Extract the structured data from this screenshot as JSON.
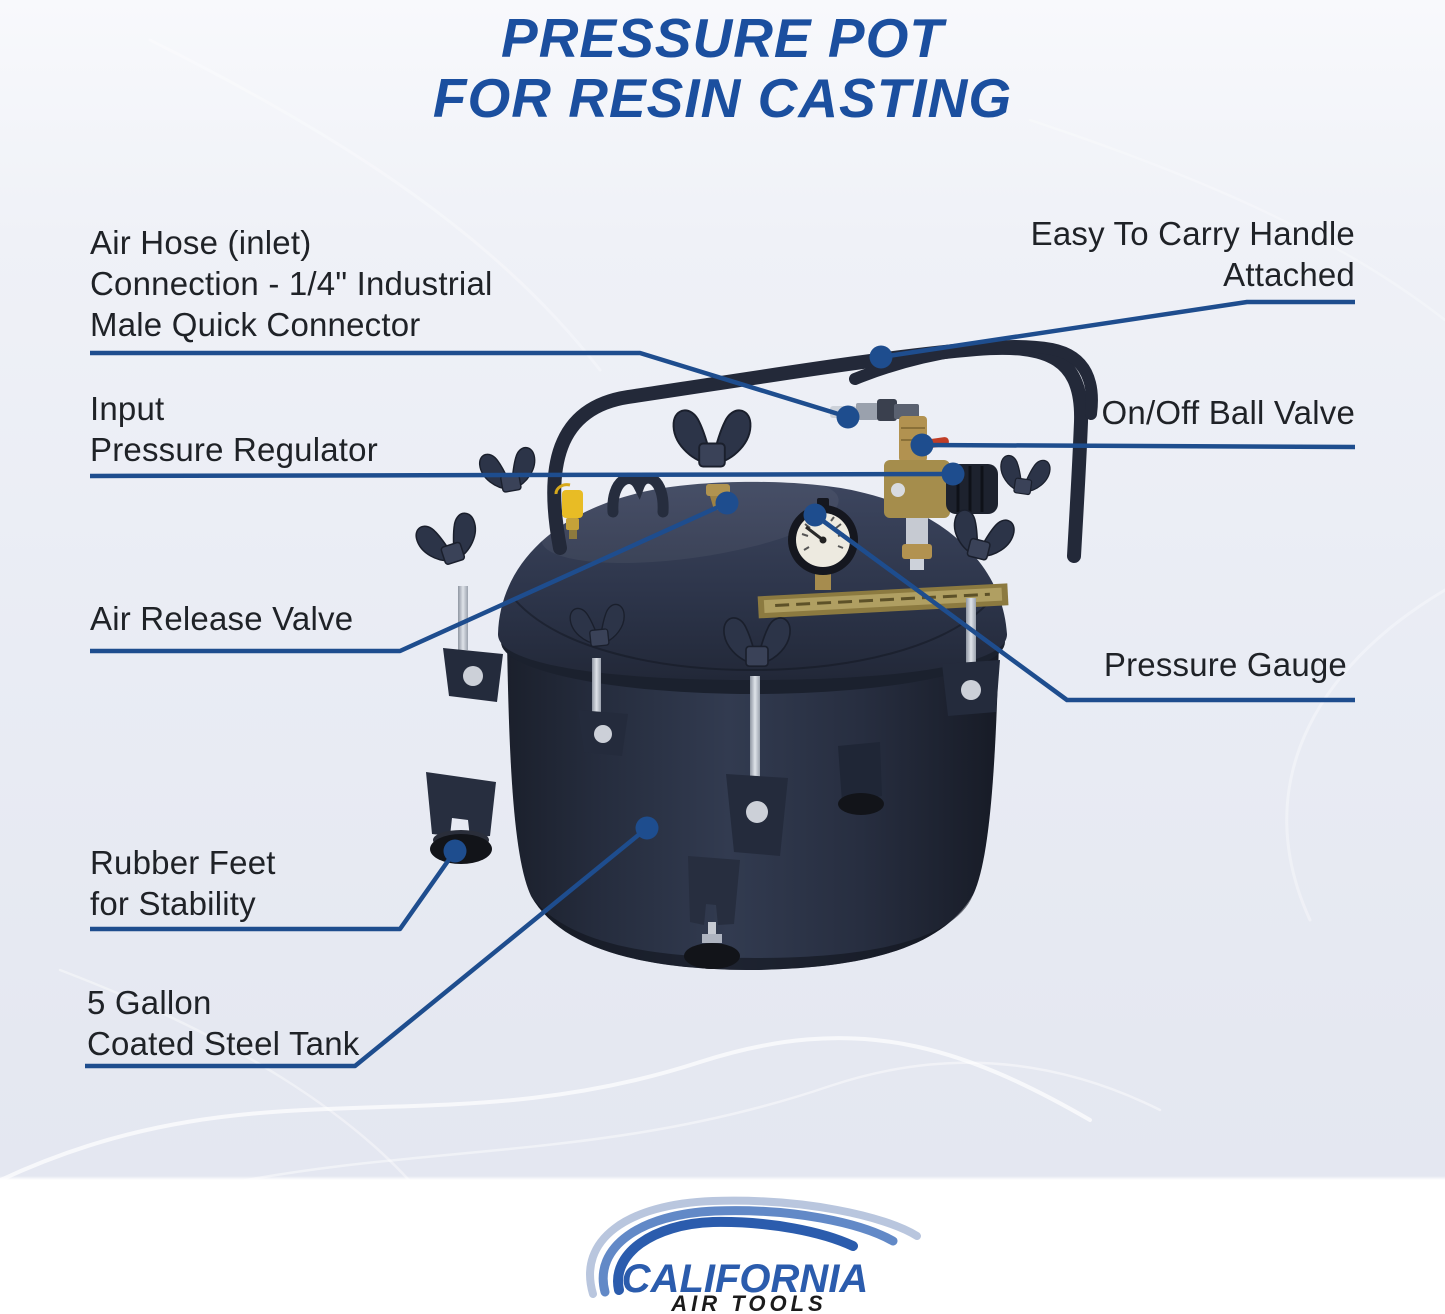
{
  "title": {
    "line1": "PRESSURE POT",
    "line2": "FOR RESIN CASTING"
  },
  "callouts": {
    "air_hose": {
      "lines": [
        "Air Hose (inlet)",
        "Connection - 1/4\" Industrial",
        "Male Quick Connector"
      ]
    },
    "carry_handle": {
      "lines": [
        "Easy To Carry Handle",
        "Attached"
      ]
    },
    "input_regulator": {
      "lines": [
        "Input",
        "Pressure Regulator"
      ]
    },
    "ball_valve": {
      "lines": [
        "On/Off Ball Valve"
      ]
    },
    "air_release_valve": {
      "lines": [
        "Air Release Valve"
      ]
    },
    "pressure_gauge": {
      "lines": [
        "Pressure Gauge"
      ]
    },
    "rubber_feet": {
      "lines": [
        "Rubber Feet",
        "for Stability"
      ]
    },
    "tank": {
      "lines": [
        "5 Gallon",
        "Coated Steel Tank"
      ]
    }
  },
  "logo": {
    "brand": "CALIFORNIA",
    "subtitle": "AIR TOOLS"
  },
  "colors": {
    "title_blue": "#1b4f9f",
    "leader_blue": "#1e4d8e",
    "label_text": "#1f2227",
    "pot_navy": "#2a3144",
    "brass": "#b09350",
    "safety_yellow": "#e8bc25",
    "red_lever": "#c03d27",
    "logo_blue": "#2b5cad",
    "background_tint": "#e9ecf4"
  }
}
